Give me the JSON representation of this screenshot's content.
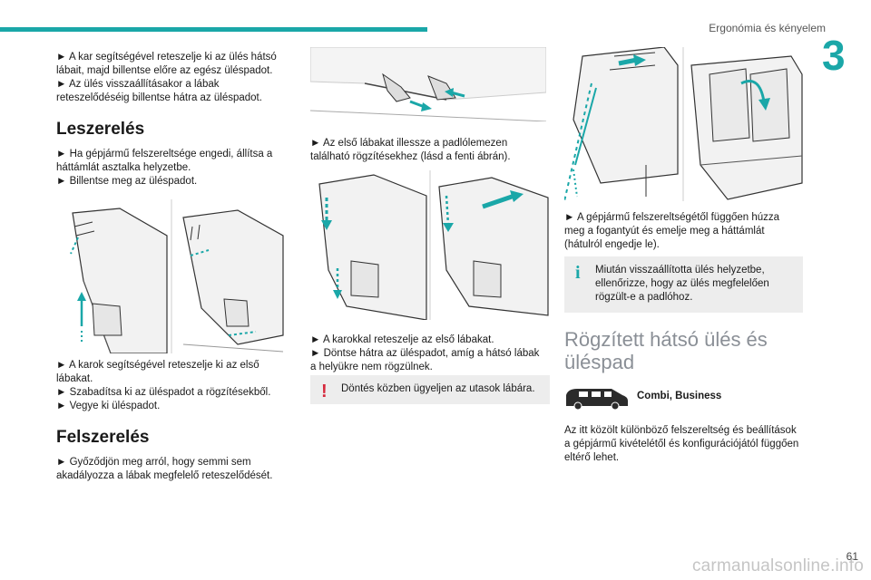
{
  "header": {
    "section": "Ergonómia és kényelem",
    "chapter_number": "3"
  },
  "col1": {
    "intro_1": "► A kar segítségével reteszelje ki az ülés hátsó lábait, majd billentse előre az egész üléspadot.",
    "intro_2": "► Az ülés visszaállításakor a lábak reteszelődéséig billentse hátra az üléspadot.",
    "removal_title": "Leszerelés",
    "removal_1": "► Ha gépjármű felszereltsége engedi, állítsa a háttámlát asztalka helyzetbe.",
    "removal_2": "► Billentse meg az üléspadot.",
    "removal_3": "► A karok segítségével reteszelje ki az első lábakat.",
    "removal_4": "► Szabadítsa ki az üléspadot a rögzítésekből.",
    "removal_5": "► Vegye ki üléspadot.",
    "install_title": "Felszerelés",
    "install_1": "► Győződjön meg arról, hogy semmi sem akadályozza a lábak megfelelő reteszelődését."
  },
  "col2": {
    "step_1": "► Az első lábakat illessze a padlólemezen található rögzítésekhez (lásd a fenti ábrán).",
    "step_2": "► A karokkal reteszelje az első lábakat.",
    "step_3": "► Döntse hátra az üléspadot, amíg a hátsó lábak a helyükre nem rögzülnek.",
    "warning": "Döntés közben ügyeljen az utasok lábára."
  },
  "col3": {
    "step_1": "► A gépjármű felszereltségétől függően húzza meg a fogantyút és emelje meg a háttámlát (hátulról engedje le).",
    "info": "Miután visszaállította ülés helyzetbe, ellenőrizze, hogy az ülés megfelelően rögzült-e a padlóhoz.",
    "big_title": "Rögzített hátsó ülés és üléspad",
    "vehicle_label": "Combi, Business",
    "body": "Az itt közölt különböző felszereltség és beállítások a gépjármű kivételétől és konfigurációjától függően eltérő lehet."
  },
  "footer": {
    "page_number": "61",
    "watermark": "carmanualsonline.info"
  },
  "colors": {
    "accent": "#1aa7a8",
    "warning": "#d6293d"
  }
}
